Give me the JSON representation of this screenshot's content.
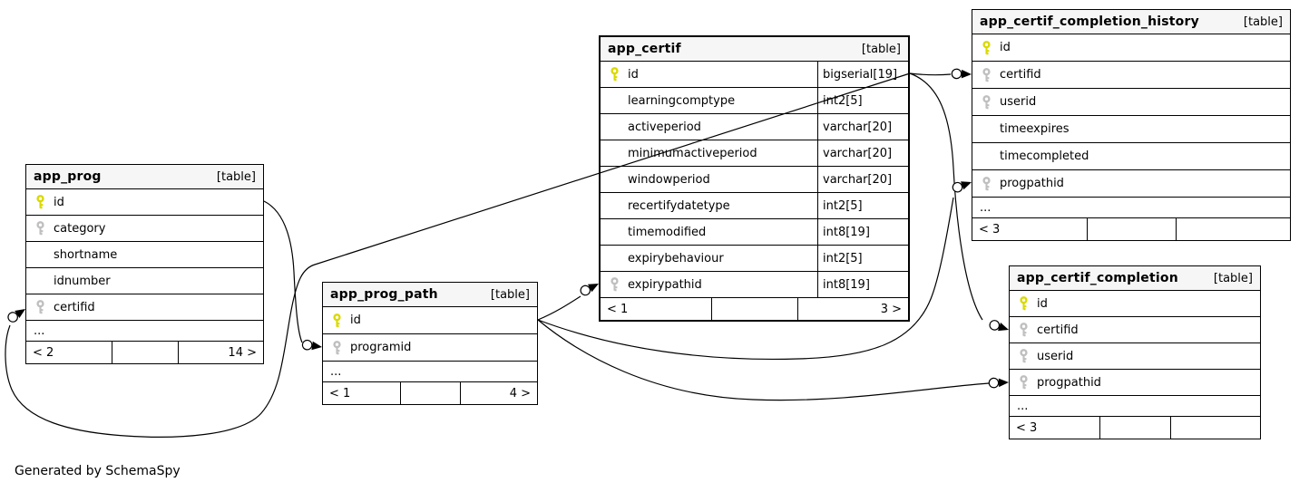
{
  "credit": "Generated by SchemaSpy",
  "tables": [
    {
      "name": "app_prog",
      "tag": "[table]",
      "columns": [
        {
          "name": "id",
          "key": "pk"
        },
        {
          "name": "category",
          "key": "fk"
        },
        {
          "name": "shortname"
        },
        {
          "name": "idnumber"
        },
        {
          "name": "certifid",
          "key": "fk"
        }
      ],
      "dots": "...",
      "footer": {
        "left": "< 2",
        "mid": "",
        "right": "14 >"
      }
    },
    {
      "name": "app_prog_path",
      "tag": "[table]",
      "columns": [
        {
          "name": "id",
          "key": "pk"
        },
        {
          "name": "programid",
          "key": "fk"
        }
      ],
      "dots": "...",
      "footer": {
        "left": "< 1",
        "mid": "",
        "right": "4 >"
      }
    },
    {
      "name": "app_certif",
      "tag": "[table]",
      "columns": [
        {
          "name": "id",
          "type": "bigserial[19]",
          "key": "pk"
        },
        {
          "name": "learningcomptype",
          "type": "int2[5]"
        },
        {
          "name": "activeperiod",
          "type": "varchar[20]"
        },
        {
          "name": "minimumactiveperiod",
          "type": "varchar[20]"
        },
        {
          "name": "windowperiod",
          "type": "varchar[20]"
        },
        {
          "name": "recertifydatetype",
          "type": "int2[5]"
        },
        {
          "name": "timemodified",
          "type": "int8[19]"
        },
        {
          "name": "expirybehaviour",
          "type": "int2[5]"
        },
        {
          "name": "expirypathid",
          "type": "int8[19]",
          "key": "fk"
        }
      ],
      "footer": {
        "left": "< 1",
        "mid": "",
        "right": "3 >"
      }
    },
    {
      "name": "app_certif_completion_history",
      "tag": "[table]",
      "columns": [
        {
          "name": "id",
          "key": "pk"
        },
        {
          "name": "certifid",
          "key": "fk"
        },
        {
          "name": "userid",
          "key": "fk"
        },
        {
          "name": "timeexpires"
        },
        {
          "name": "timecompleted"
        },
        {
          "name": "progpathid",
          "key": "fk"
        }
      ],
      "dots": "...",
      "footer": {
        "left": "< 3",
        "mid": "",
        "right": ""
      }
    },
    {
      "name": "app_certif_completion",
      "tag": "[table]",
      "columns": [
        {
          "name": "id",
          "key": "pk"
        },
        {
          "name": "certifid",
          "key": "fk"
        },
        {
          "name": "userid",
          "key": "fk"
        },
        {
          "name": "progpathid",
          "key": "fk"
        }
      ],
      "dots": "...",
      "footer": {
        "left": "< 3",
        "mid": "",
        "right": ""
      }
    }
  ],
  "edges": [
    {
      "from": "app_certif.id",
      "to": "app_prog.certifid"
    },
    {
      "from": "app_certif.id",
      "to": "app_certif_completion_history.certifid"
    },
    {
      "from": "app_certif.id",
      "to": "app_certif_completion.certifid"
    },
    {
      "from": "app_prog.id",
      "to": "app_prog_path.programid"
    },
    {
      "from": "app_prog_path.id",
      "to": "app_certif.expirypathid"
    },
    {
      "from": "app_prog_path.id",
      "to": "app_certif_completion_history.progpathid"
    },
    {
      "from": "app_prog_path.id",
      "to": "app_certif_completion.progpathid"
    }
  ]
}
